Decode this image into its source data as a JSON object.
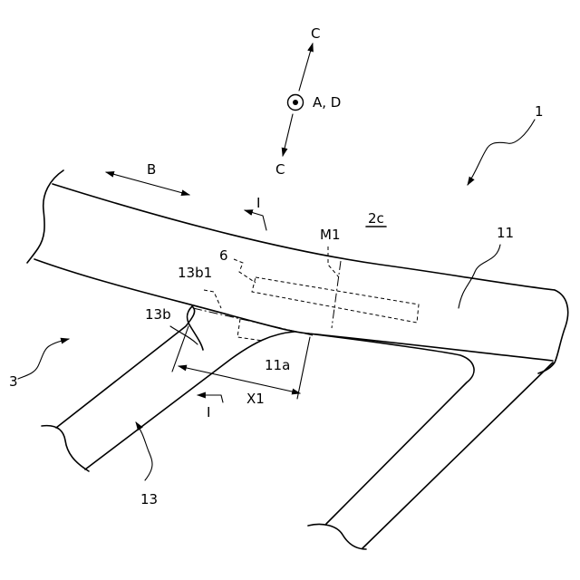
{
  "labels": {
    "fig_ref": "1",
    "c_top": "C",
    "c_bottom": "C",
    "ad": "A, D",
    "b": "B",
    "section_top": "I",
    "section_bottom": "I",
    "surface": "2c",
    "m1": "M1",
    "eleven": "11",
    "six": "6",
    "thirteen_b1": "13b1",
    "thirteen_b": "13b",
    "three": "3",
    "eleven_a": "11a",
    "x1": "X1",
    "thirteen": "13"
  }
}
